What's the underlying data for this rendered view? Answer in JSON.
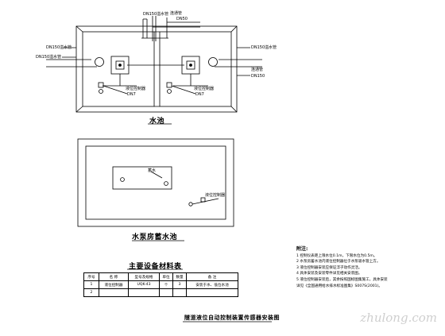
{
  "pool_plan": {
    "title": "水池",
    "labels": {
      "top_inlet_a": "DN150溢水管",
      "top_inlet_b": "连通管",
      "top_inlet_b_sub": "DN50",
      "left_top": "DN150溢水管",
      "left_bottom": "DN150溢水管",
      "right_top": "DN150溢水管",
      "right_mid": "连通管",
      "right_bottom": "DN150",
      "ctrl_left": "液位控制器",
      "ctrl_left_sub": "DN7",
      "ctrl_right": "液位控制器",
      "ctrl_right_sub": "DN7"
    }
  },
  "pump_room": {
    "title": "水泵房蓄水池",
    "labels": {
      "box": "蓄水",
      "controller": "液位控制器"
    }
  },
  "equipment_table": {
    "title": "主要设备材料表",
    "headers": [
      "序号",
      "名 称",
      "型号及规格",
      "单位",
      "数量",
      "备 注"
    ],
    "rows": [
      [
        "1",
        "液位控制器",
        "UQK-43",
        "个",
        "3",
        "安装于水、低位水池"
      ],
      [
        "2",
        "",
        "",
        "",
        "",
        ""
      ]
    ]
  },
  "notes": {
    "heading": "附注:",
    "items": [
      "1 控制仪表距上限水位0.1m，下限水位为0.5m。",
      "2 水泵房蓄水池内液位控制器位于水泵吸水管上方。",
      "3 液位控制器安装应保证浮子动作灵活。",
      "4 具体安装及安装零件详见相关安装图。",
      "5 液位控制器安装后，其余按照国标图集施工，具体安装",
      "  详见《全国通用给水排水标准图集》S007S(2001)。"
    ]
  },
  "drawing_title": "隧道液位自动控制装置传感器安装图",
  "watermark": "zhulong.com"
}
